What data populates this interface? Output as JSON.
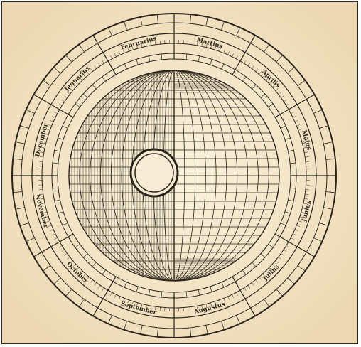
{
  "figure": {
    "month_labels": [
      "Martius",
      "Aprilis",
      "Majus",
      "Junius",
      "Julius",
      "Augustus",
      "September",
      "October",
      "November",
      "December",
      "Januarius",
      "Februarius"
    ],
    "colors": {
      "paper": "#f6ead0",
      "paper_shadow": "#ead7b0",
      "ink": "#2b241a",
      "ink_light": "#4a3c28",
      "frame": "#2a2a2a"
    }
  }
}
